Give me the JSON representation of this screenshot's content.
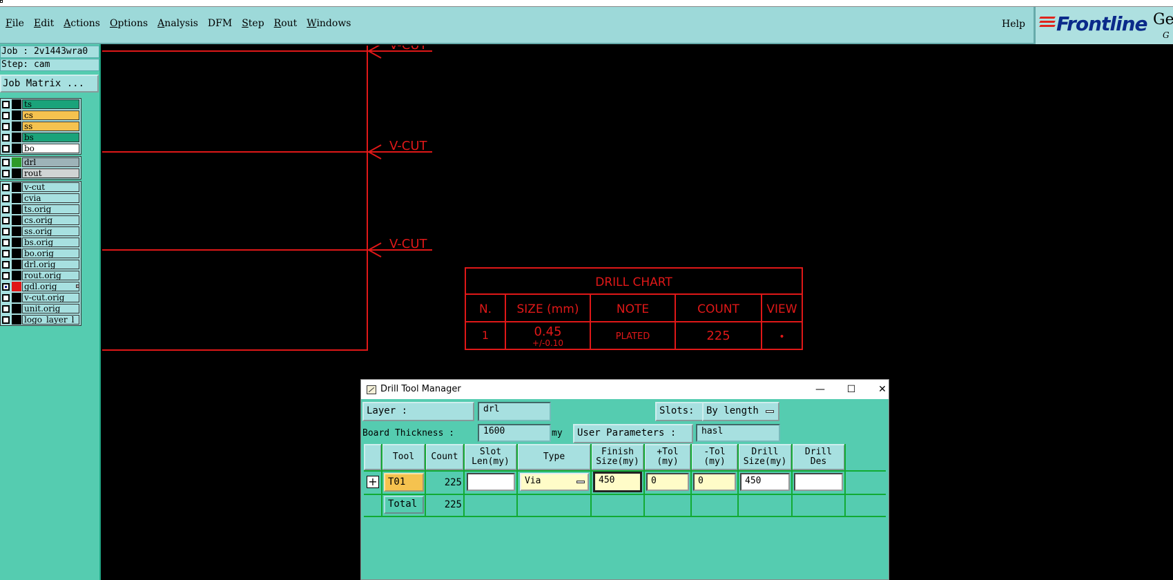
{
  "menu": {
    "items": [
      {
        "label": "File",
        "name": "menu-file"
      },
      {
        "label": "Edit",
        "name": "menu-edit"
      },
      {
        "label": "Actions",
        "name": "menu-actions"
      },
      {
        "label": "Options",
        "name": "menu-options"
      },
      {
        "label": "Analysis",
        "name": "menu-analysis"
      },
      {
        "label": "DFM",
        "name": "menu-dfm"
      },
      {
        "label": "Step",
        "name": "menu-step"
      },
      {
        "label": "Rout",
        "name": "menu-rout"
      },
      {
        "label": "Windows",
        "name": "menu-windows"
      }
    ],
    "help": "Help"
  },
  "logo": {
    "brand": "Frontline",
    "suffix": "Ge",
    "suffix2": "G"
  },
  "job": {
    "job_line": "Job : 2v1443wra0",
    "step_line": "Step: cam",
    "matrix_button": "Job Matrix ..."
  },
  "layers": {
    "group1": [
      {
        "name": "ts",
        "color": "#1aa37a",
        "swatch": "#000000"
      },
      {
        "name": "cs",
        "color": "#f5c24f",
        "swatch": "#000000"
      },
      {
        "name": "ss",
        "color": "#f5c24f",
        "swatch": "#000000"
      },
      {
        "name": "bs",
        "color": "#1aa37a",
        "swatch": "#000000"
      },
      {
        "name": "bo",
        "color": "#ffffff",
        "swatch": "#000000"
      }
    ],
    "group2": [
      {
        "name": "drl",
        "color": "#9db3b8",
        "swatch": "#2e9a2a"
      },
      {
        "name": "rout",
        "color": "#d0d4d4",
        "swatch": "#000000"
      }
    ],
    "group3": [
      {
        "name": "v-cut",
        "color": "#a7e0e0",
        "swatch": "#000000"
      },
      {
        "name": "cvia",
        "color": "#a7e0e0",
        "swatch": "#000000"
      },
      {
        "name": "ts.orig",
        "color": "#a7e0e0",
        "swatch": "#000000"
      },
      {
        "name": "cs.orig",
        "color": "#a7e0e0",
        "swatch": "#000000"
      },
      {
        "name": "ss.orig",
        "color": "#a7e0e0",
        "swatch": "#000000"
      },
      {
        "name": "bs.orig",
        "color": "#a7e0e0",
        "swatch": "#000000"
      },
      {
        "name": "bo.orig",
        "color": "#a7e0e0",
        "swatch": "#000000"
      },
      {
        "name": "drl.orig",
        "color": "#a7e0e0",
        "swatch": "#000000"
      },
      {
        "name": "rout.orig",
        "color": "#a7e0e0",
        "swatch": "#000000"
      },
      {
        "name": "gdl.orig",
        "color": "#a7e0e0",
        "swatch": "#e01818",
        "selected": true
      },
      {
        "name": "v-cut.orig",
        "color": "#a7e0e0",
        "swatch": "#000000"
      },
      {
        "name": "unit.orig",
        "color": "#a7e0e0",
        "swatch": "#000000"
      },
      {
        "name": "logo_layer_l",
        "color": "#a7e0e0",
        "swatch": "#000000"
      }
    ]
  },
  "canvas": {
    "vcut_labels": [
      "V-CUT",
      "V-CUT",
      "V-CUT"
    ],
    "drill_chart": {
      "title": "DRILL CHART",
      "headers": [
        "N.",
        "SIZE (mm)",
        "NOTE",
        "COUNT",
        "VIEW"
      ],
      "row": {
        "n": "1",
        "size": "0.45",
        "tol": "+/-0.10",
        "note": "PLATED",
        "count": "225",
        "view": "•"
      }
    },
    "line_color": "#e01818"
  },
  "dialog": {
    "title": "Drill Tool Manager",
    "layer_label": "Layer          :",
    "layer_value": "drl",
    "slots_label": "Slots:",
    "slots_value": "By length",
    "board_thickness_label": "Board Thickness :",
    "board_thickness_value": "1600",
    "board_thickness_unit": "my",
    "user_params_label": "User Parameters :",
    "user_params_value": "hasl",
    "columns": [
      "Tool",
      "Count",
      "Slot\nLen(my)",
      "Type",
      "Finish\nSize(my)",
      "+Tol\n(my)",
      "-Tol\n(my)",
      "Drill\nSize(my)",
      "Drill\nDes"
    ],
    "rows": [
      {
        "tool": "T01",
        "count": "225",
        "slot_len": "",
        "type": "Via",
        "finish_size": "450",
        "plus_tol": "0",
        "minus_tol": "0",
        "drill_size": "450",
        "drill_des": ""
      }
    ],
    "total": {
      "label": "Total",
      "count": "225"
    }
  },
  "colors": {
    "panel": "#55ccb0",
    "menubar": "#9dd9d9",
    "field": "#a7e0e0",
    "tool_button": "#f5c24f",
    "yellow_input": "#fffcc8"
  }
}
